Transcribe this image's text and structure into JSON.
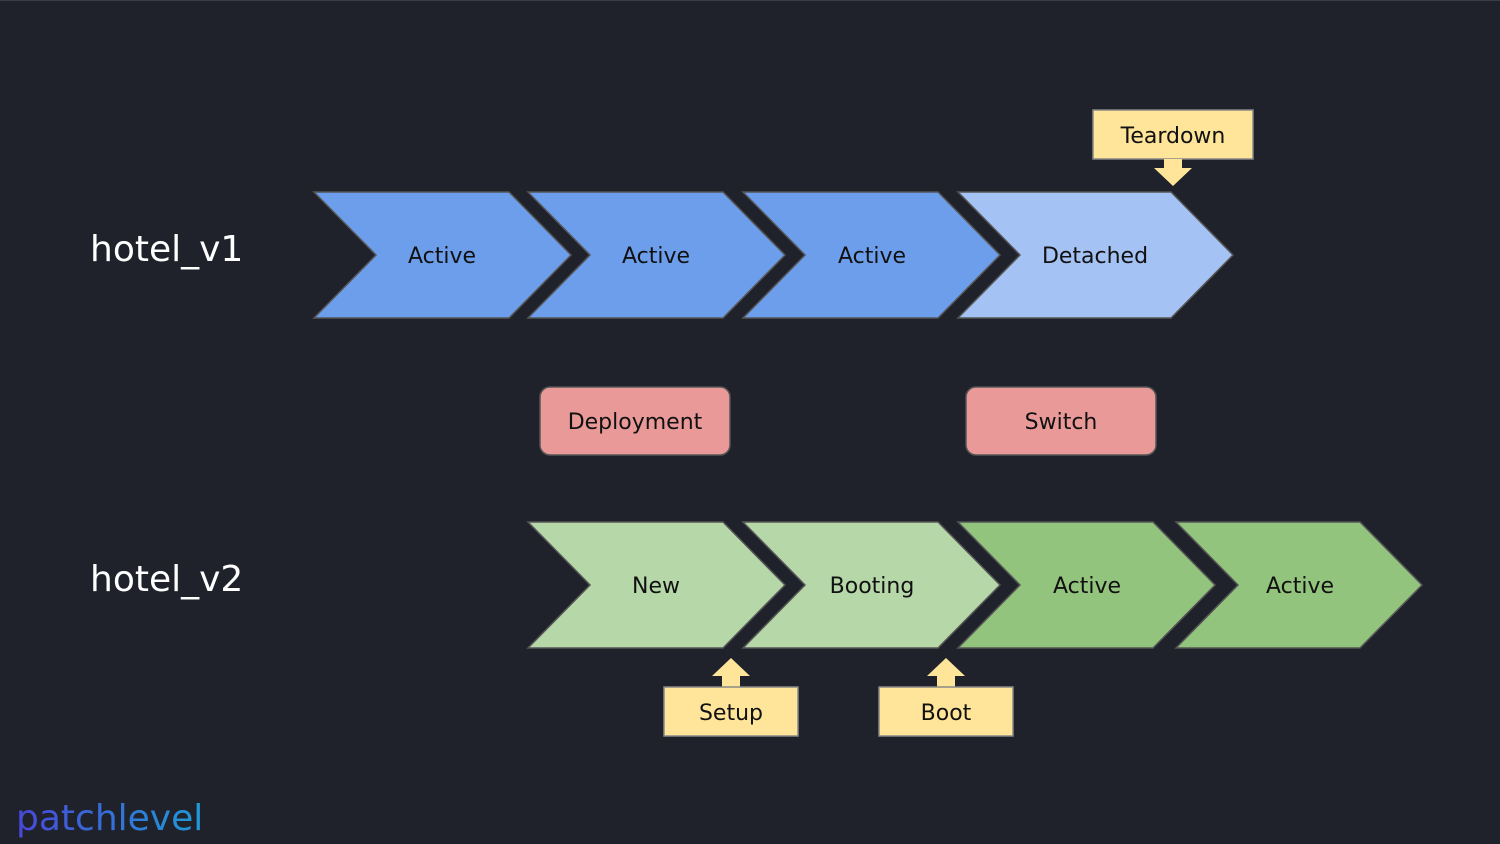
{
  "rows": [
    {
      "label": "hotel_v1",
      "steps": [
        {
          "text": "Active",
          "style": "blue"
        },
        {
          "text": "Active",
          "style": "blue"
        },
        {
          "text": "Active",
          "style": "blue"
        },
        {
          "text": "Detached",
          "style": "lightblue"
        }
      ]
    },
    {
      "label": "hotel_v2",
      "steps": [
        {
          "text": "New",
          "style": "lightgreen"
        },
        {
          "text": "Booting",
          "style": "lightgreen"
        },
        {
          "text": "Active",
          "style": "green"
        },
        {
          "text": "Active",
          "style": "green"
        }
      ]
    }
  ],
  "phases": [
    {
      "text": "Deployment"
    },
    {
      "text": "Switch"
    }
  ],
  "events": [
    {
      "text": "Teardown",
      "pointer": "down"
    },
    {
      "text": "Setup",
      "pointer": "up"
    },
    {
      "text": "Boot",
      "pointer": "up"
    }
  ],
  "logo": "patchlevel",
  "colors": {
    "background": "#1f222b",
    "blue": "#6d9eeb",
    "lightblue": "#a4c2f4",
    "green": "#93c47d",
    "lightgreen": "#b6d7a8",
    "phase": "#ea9999",
    "event": "#ffe599",
    "logo_start": "#4a47d8",
    "logo_end": "#1f9ad6"
  }
}
